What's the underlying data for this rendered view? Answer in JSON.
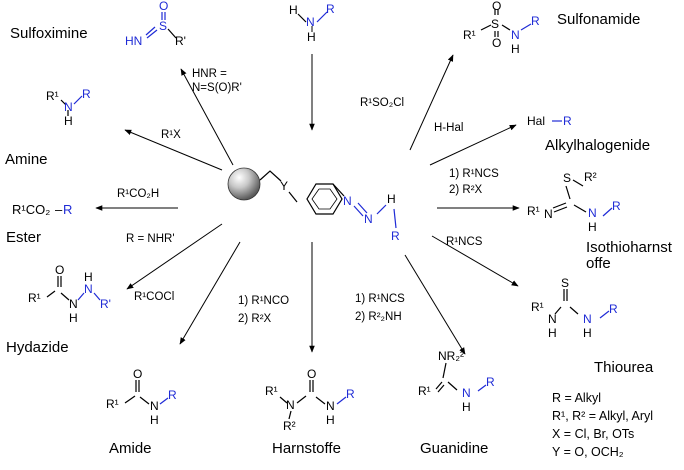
{
  "colors": {
    "ink": "#000000",
    "accent": "#1f2bd6"
  },
  "titles": {
    "sulfoximine": "Sulfoximine",
    "sulfonamide": "Sulfonamide",
    "amine": "Amine",
    "alkylhalogenide": "Alkylhalogenide",
    "ester": "Ester",
    "isothioharnstoffe": "Isothioharnst offe",
    "hydazide": "Hydazide",
    "thiourea": "Thiourea",
    "amide": "Amide",
    "harnstoffe": "Harnstoffe",
    "guanidine": "Guanidine"
  },
  "reagents": {
    "sulfoximine": [
      "HNR =",
      "N=S(O)R'"
    ],
    "amine": "R¹X",
    "ester": "R¹CO₂H",
    "hydazide_top": "R = NHR'",
    "hydazide": "R¹COCl",
    "sulfonamide": "R¹SO₂Cl",
    "alkylhalogenide": "H-Hal",
    "isothioharnstoffe": [
      "1) R¹NCS",
      "2) R²X"
    ],
    "thiourea": "R¹NCS",
    "harnstoffe": [
      "1) R¹NCO",
      "2) R²X"
    ],
    "guanidine": [
      "1) R¹NCS",
      "2) R²₂NH"
    ]
  },
  "legend": [
    "R = Alkyl",
    "R¹, R² = Alkyl, Aryl",
    "X = Cl, Br, OTs",
    "Y = O, OCH₂"
  ],
  "atoms": {
    "H": "H",
    "N": "N",
    "O": "O",
    "S": "S",
    "Y": "Y",
    "R": "R",
    "R1": "R¹",
    "R2": "R²",
    "Rp": "R'",
    "Rp_sub": "R'",
    "Hal": "Hal",
    "NH": "NH",
    "HN": "HN",
    "R1O2": "R¹CO₂",
    "NR22": "NR₂²"
  }
}
